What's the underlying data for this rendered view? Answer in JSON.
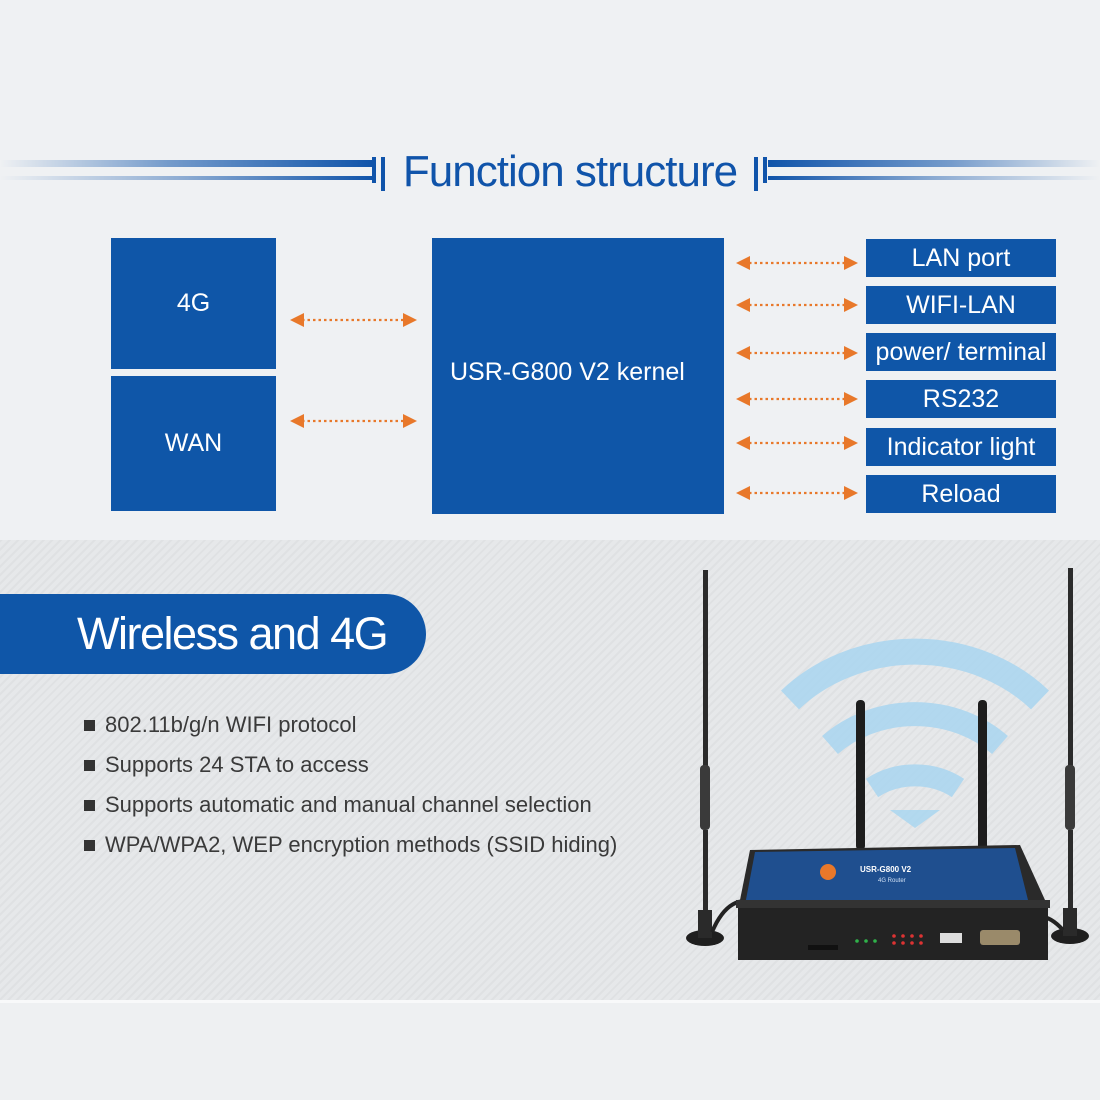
{
  "function_structure": {
    "title": "Function structure",
    "left_blocks": [
      "4G",
      "WAN"
    ],
    "kernel": "USR-G800 V2  kernel",
    "ports": [
      "LAN port",
      "WIFI-LAN",
      "power/ terminal",
      "RS232",
      "Indicator light",
      "Reload"
    ],
    "colors": {
      "block": "#0f56a8",
      "arrow": "#e8782a",
      "title": "#1054aa"
    }
  },
  "wireless": {
    "title": "Wireless and 4G",
    "features": [
      "802.11b/g/n WIFI protocol",
      "Supports 24 STA to access",
      "Supports automatic and manual channel selection",
      "WPA/WPA2, WEP encryption methods (SSID hiding)"
    ]
  },
  "device": {
    "model_label": "USR-G800 V2",
    "sub_label": "4G Router",
    "icon": "wifi-signal-icon"
  }
}
